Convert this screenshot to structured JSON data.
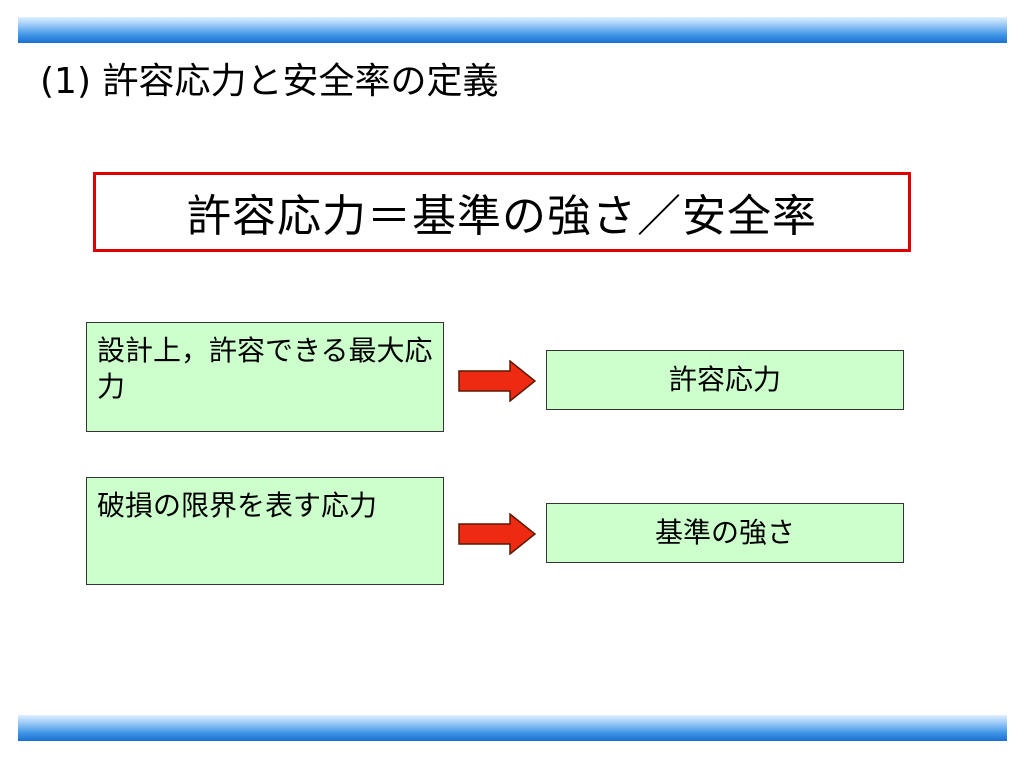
{
  "title": "(1) 許容応力と安全率の定義",
  "formula": "許容応力＝基準の強さ／安全率",
  "rows": [
    {
      "description": "設計上，許容できる最大応力",
      "term": "許容応力"
    },
    {
      "description": "破損の限界を表す応力",
      "term": "基準の強さ"
    }
  ],
  "colors": {
    "band": "#3d94e6",
    "formula_border": "#e00000",
    "box_fill": "#ccffcc",
    "arrow_fill": "#ee2a12"
  }
}
